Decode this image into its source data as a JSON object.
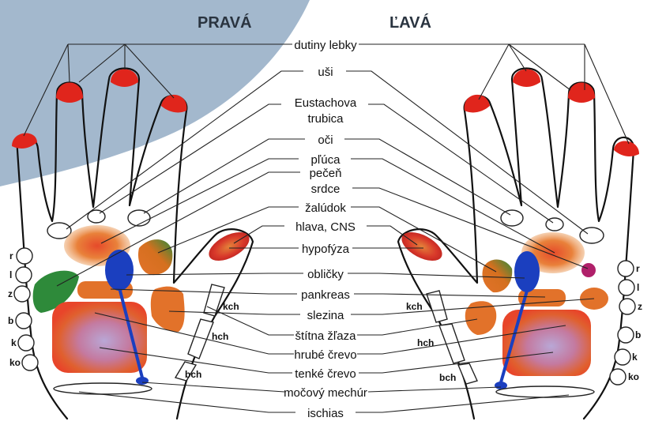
{
  "headers": {
    "right_hand": "PRAVÁ",
    "left_hand": "ĽAVÁ"
  },
  "zones": [
    {
      "key": "dutiny_lebky",
      "label": "dutiny lebky"
    },
    {
      "key": "usi",
      "label": "uši"
    },
    {
      "key": "eustachova_1",
      "label": "Eustachova"
    },
    {
      "key": "eustachova_2",
      "label": "trubica"
    },
    {
      "key": "oci",
      "label": "oči"
    },
    {
      "key": "pluca",
      "label": "pľúca"
    },
    {
      "key": "pecen",
      "label": "pečeň"
    },
    {
      "key": "srdce",
      "label": "srdce"
    },
    {
      "key": "zaludok",
      "label": "žalúdok"
    },
    {
      "key": "hlava",
      "label": "hlava, CNS"
    },
    {
      "key": "hypofyza",
      "label": "hypofýza"
    },
    {
      "key": "oblicky",
      "label": "obličky"
    },
    {
      "key": "pankreas",
      "label": "pankreas"
    },
    {
      "key": "slezina",
      "label": "slezina"
    },
    {
      "key": "stitna",
      "label": "štítna žľaza"
    },
    {
      "key": "hrube",
      "label": "hrubé črevo"
    },
    {
      "key": "tenke",
      "label": "tenké črevo"
    },
    {
      "key": "mocovy",
      "label": "močový mechúr"
    },
    {
      "key": "ischias",
      "label": "ischias"
    }
  ],
  "side_markers": [
    "r",
    "l",
    "z",
    "b",
    "k",
    "ko"
  ],
  "segment_labels": {
    "kch": "kch",
    "hch": "hch",
    "bch": "bch"
  },
  "colors": {
    "background_wave": "#9db3c9",
    "fingertip_red": "#e0251c",
    "liver_green": "#2e8a3a",
    "orange": "#e2722a",
    "ureter_blue": "#1b3fbf",
    "heart_purple": "#b0206a"
  }
}
